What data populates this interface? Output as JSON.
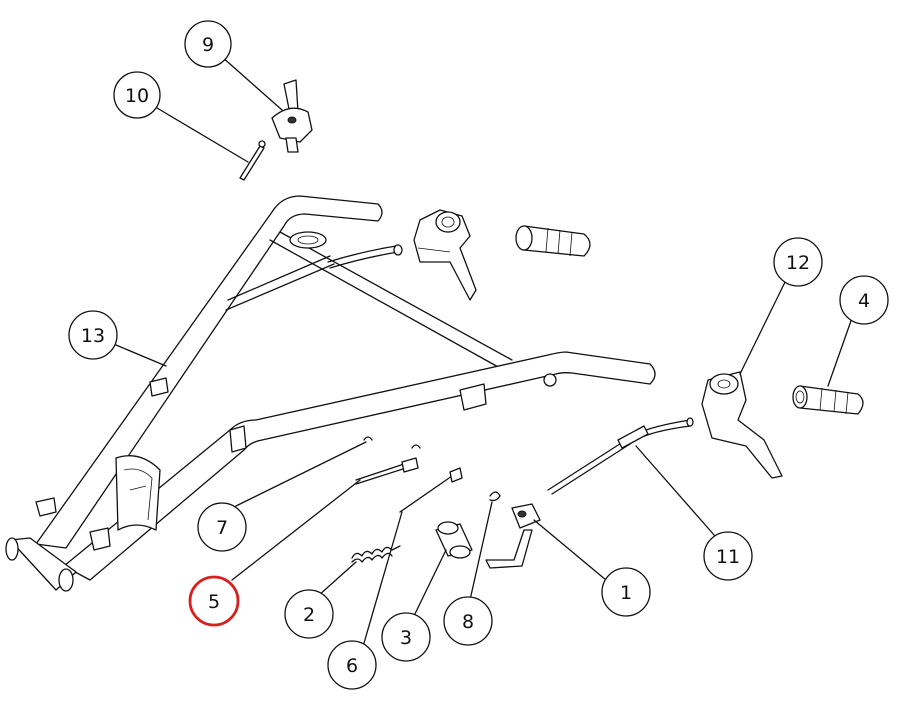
{
  "diagram": {
    "callouts": [
      {
        "id": "1",
        "label": "1"
      },
      {
        "id": "2",
        "label": "2"
      },
      {
        "id": "3",
        "label": "3"
      },
      {
        "id": "4",
        "label": "4"
      },
      {
        "id": "5",
        "label": "5",
        "highlighted": true
      },
      {
        "id": "6",
        "label": "6"
      },
      {
        "id": "7",
        "label": "7"
      },
      {
        "id": "8",
        "label": "8"
      },
      {
        "id": "9",
        "label": "9"
      },
      {
        "id": "10",
        "label": "10"
      },
      {
        "id": "11",
        "label": "11"
      },
      {
        "id": "12",
        "label": "12"
      },
      {
        "id": "13",
        "label": "13"
      }
    ],
    "colors": {
      "line": "#111111",
      "highlight": "#d81e1e",
      "background": "#ffffff"
    }
  }
}
